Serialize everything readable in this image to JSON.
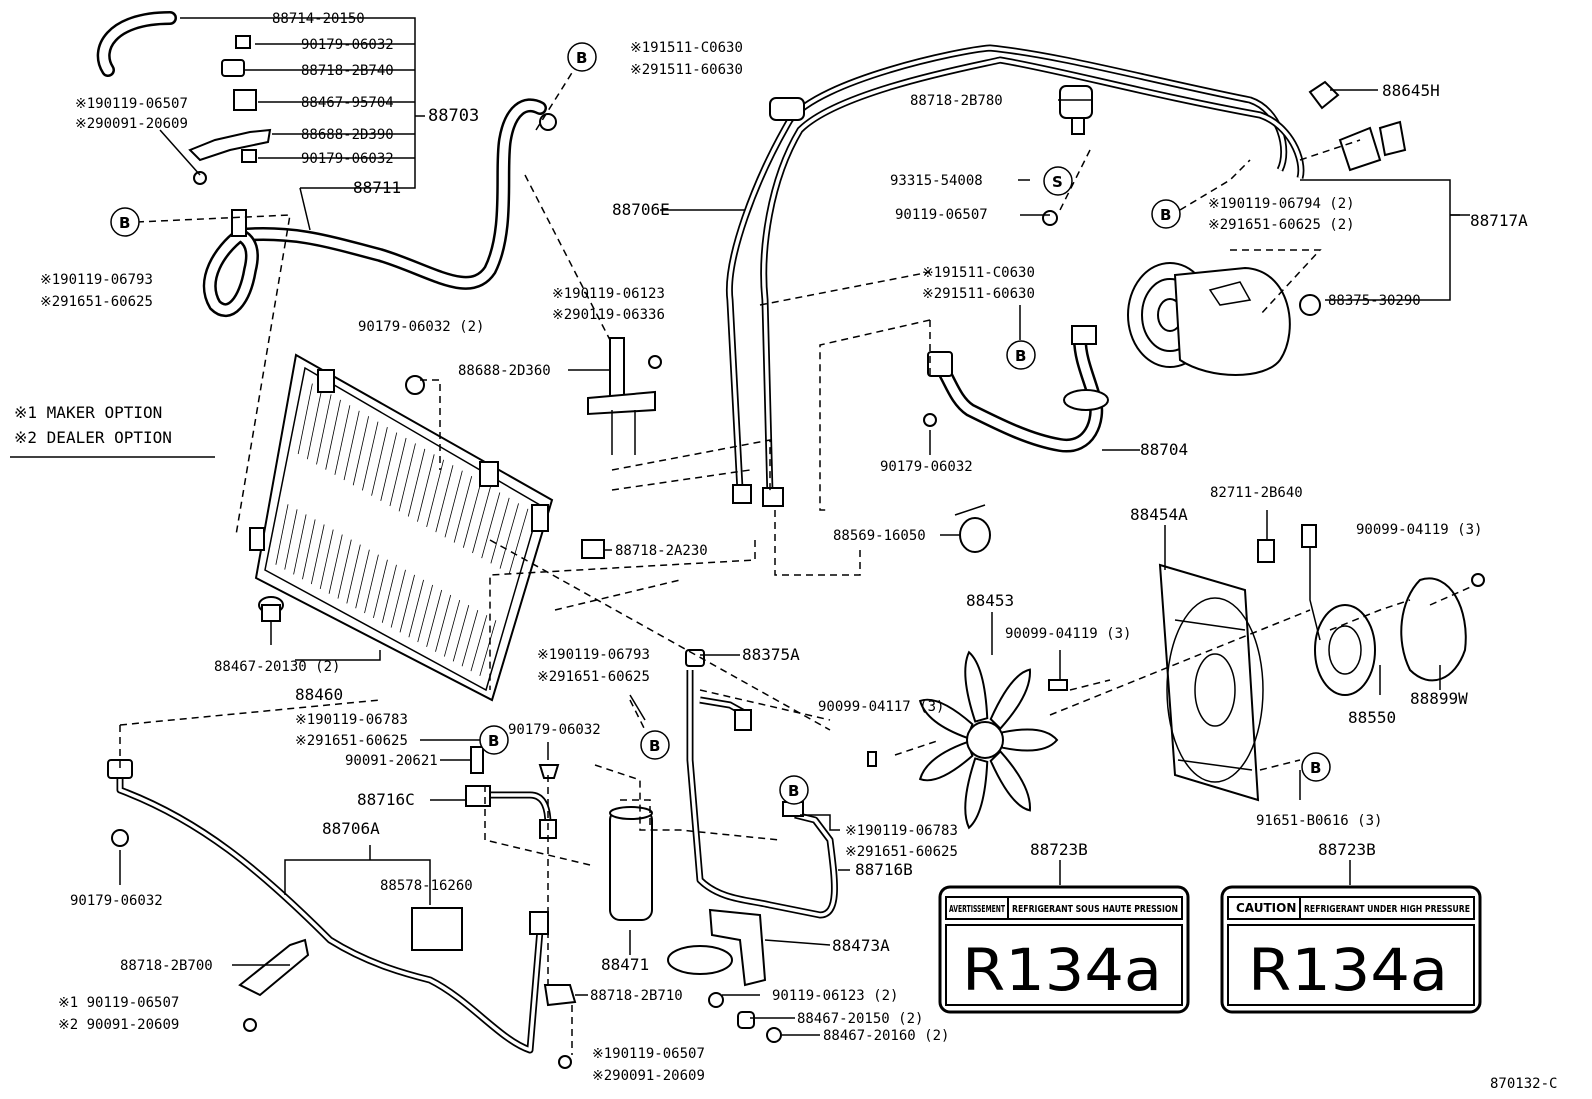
{
  "labels": {
    "p88714_20150": "88714-20150",
    "p90179_06032_a": "90179-06032",
    "p88718_2B740": "88718-2B740",
    "p88467_95704": "88467-95704",
    "p88688_2D390": "88688-2D390",
    "p90179_06032_b": "90179-06032",
    "p88703": "88703",
    "p88711": "88711",
    "p90119_06507_a": "※190119-06507",
    "p90091_20609_a": "※290091-20609",
    "p90119_06793_a": "※190119-06793",
    "p91651_60625_a": "※291651-60625",
    "p91511_C0630_a": "※191511-C0630",
    "p91511_60630_a": "※291511-60630",
    "p88718_2B780": "88718-2B780",
    "p88645H": "88645H",
    "p93315_54008": "93315-54008",
    "p90119_06507_b": "90119-06507",
    "p88706E": "88706E",
    "p90119_06794": "※190119-06794 (2)",
    "p91651_60625_2": "※291651-60625 (2)",
    "p88717A": "88717A",
    "p91511_C0630_b": "※191511-C0630",
    "p91511_60630_b": "※291511-60630",
    "p88375_30290": "88375-30290",
    "p90119_06123_a": "※190119-06123",
    "p90119_06336": "※290119-06336",
    "p90179_06032_2": "90179-06032 (2)",
    "p88688_2D360": "88688-2D360",
    "p88704": "88704",
    "p90179_06032_c": "90179-06032",
    "p82711_2B640": "82711-2B640",
    "p88454A": "88454A",
    "p90099_04119_3a": "90099-04119 (3)",
    "p88569_16050": "88569-16050",
    "p88718_2A230": "88718-2A230",
    "p88453": "88453",
    "p90099_04119_3b": "90099-04119 (3)",
    "p88467_20130": "88467-20130 (2)",
    "p88460": "88460",
    "p90119_06793_b": "※190119-06793",
    "p91651_60625_b": "※291651-60625",
    "p88375A": "88375A",
    "p90099_04117": "90099-04117 (3)",
    "p88550": "88550",
    "p88899W": "88899W",
    "p90119_06783_a": "※190119-06783",
    "p91651_60625_c": "※291651-60625",
    "p90179_06032_d": "90179-06032",
    "p90091_20621": "90091-20621",
    "p88716C": "88716C",
    "p91651_B0616": "91651-B0616 (3)",
    "p90119_06783_b": "※190119-06783",
    "p91651_60625_d": "※291651-60625",
    "p88706A": "88706A",
    "p88716B": "88716B",
    "p88723B_a": "88723B",
    "p88723B_b": "88723B",
    "p90179_06032_e": "90179-06032",
    "p88578_16260": "88578-16260",
    "p88473A": "88473A",
    "p88471": "88471",
    "p88718_2B700": "88718-2B700",
    "p88718_2B710": "88718-2B710",
    "p90119_06123_2": "90119-06123 (2)",
    "p88467_20150": "88467-20150 (2)",
    "p88467_20160": "88467-20160 (2)",
    "p90119_06507_c": "※1 90119-06507",
    "p90091_20609_c": "※2 90091-20609",
    "p90119_06507_d": "※190119-06507",
    "p90091_20609_d": "※290091-20609",
    "diagram_code": "870132-C"
  },
  "notes": {
    "maker_option": "※1 MAKER OPTION",
    "dealer_option": "※2 DEALER OPTION"
  },
  "circle_refs": {
    "b": "B",
    "s": "S"
  },
  "decals": {
    "left": {
      "header_a": "AVERTISSEMENT",
      "header_b": "REFRIGERANT SOUS HAUTE PRESSION",
      "code": "R134a"
    },
    "right": {
      "header_a": "CAUTION",
      "header_b": "REFRIGERANT UNDER HIGH PRESSURE",
      "code": "R134a"
    }
  }
}
